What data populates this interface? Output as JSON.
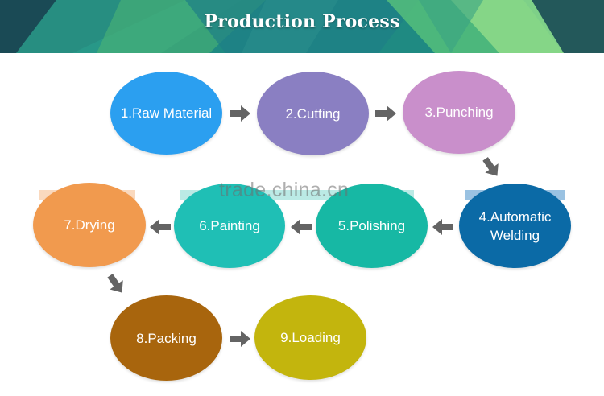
{
  "banner": {
    "title": "Production Process"
  },
  "process": {
    "steps": [
      {
        "label": "1.Raw Material",
        "color": "#2b9ff0"
      },
      {
        "label": "2.Cutting",
        "color": "#8a7fc2"
      },
      {
        "label": "3.Punching",
        "color": "#c98fcb"
      },
      {
        "label": "4.Automatic\nWelding",
        "color": "#0b6aa6"
      },
      {
        "label": "5.Polishing",
        "color": "#17b8a4"
      },
      {
        "label": "6.Painting",
        "color": "#1fbfb5"
      },
      {
        "label": "7.Drying",
        "color": "#f19a4e"
      },
      {
        "label": "8.Packing",
        "color": "#a8650d"
      },
      {
        "label": "9.Loading",
        "color": "#c3b50d"
      }
    ],
    "arrow_color": "#646464"
  },
  "watermark": {
    "text": "trade.china.cn"
  },
  "colors": {
    "banner_dark": "#1a4a55",
    "banner_teal": "#1f8a82",
    "banner_green": "#4fb872",
    "banner_light": "#8fdc8a"
  }
}
